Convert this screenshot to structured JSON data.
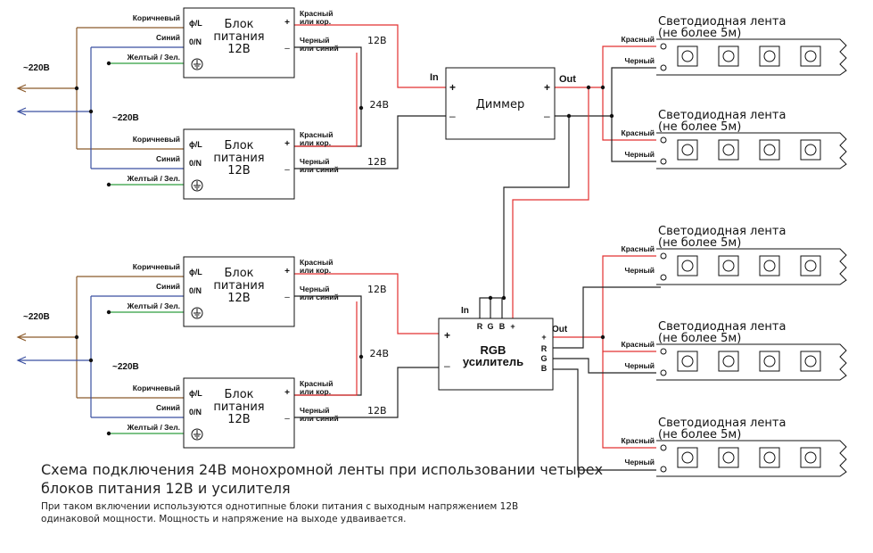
{
  "supply": {
    "voltage": "~220В"
  },
  "psu": {
    "title": [
      "Блок",
      "питания",
      "12В"
    ],
    "phase_terminal": "ϕ/L",
    "neutral_terminal": "0/N",
    "plus": "+",
    "minus": "–",
    "output_voltage": "12В"
  },
  "wires": {
    "brown": "Коричневый",
    "blue": "Синий",
    "ground": "Желтый / Зел.",
    "red_or_brown": [
      "Красный",
      "или кор."
    ],
    "black_or_blue": [
      "Черный",
      "или синий"
    ],
    "red": "Красный",
    "black": "Черный"
  },
  "series_voltage": "24В",
  "dimmer": {
    "label": "Диммер",
    "in": "In",
    "out": "Out",
    "plus": "+",
    "minus": "–"
  },
  "rgb_amp": {
    "label": [
      "RGB",
      "усилитель"
    ],
    "in": "In",
    "out": "Out",
    "input_pins": [
      "R",
      "G",
      "B",
      "+"
    ],
    "output_pins": [
      "+",
      "R",
      "G",
      "B"
    ],
    "plus": "+",
    "minus": "–"
  },
  "strip": {
    "title": "Светодиодная лента",
    "subtitle": "(не более 5м)"
  },
  "caption": {
    "title": "Схема подключения 24В монохромной ленты при использовании четырех блоков питания 12В и усилителя",
    "note": "При таком включении используются однотипные блоки питания с выходным напряжением 12В одинаковой мощности. Мощность и напряжение на выходе удваивается."
  },
  "colors": {
    "brown_wire": "#8b5a2b",
    "blue_wire": "#3a4fa0",
    "green_wire": "#2e9e3e",
    "red_wire": "#e23030",
    "black_wire": "#222222"
  }
}
